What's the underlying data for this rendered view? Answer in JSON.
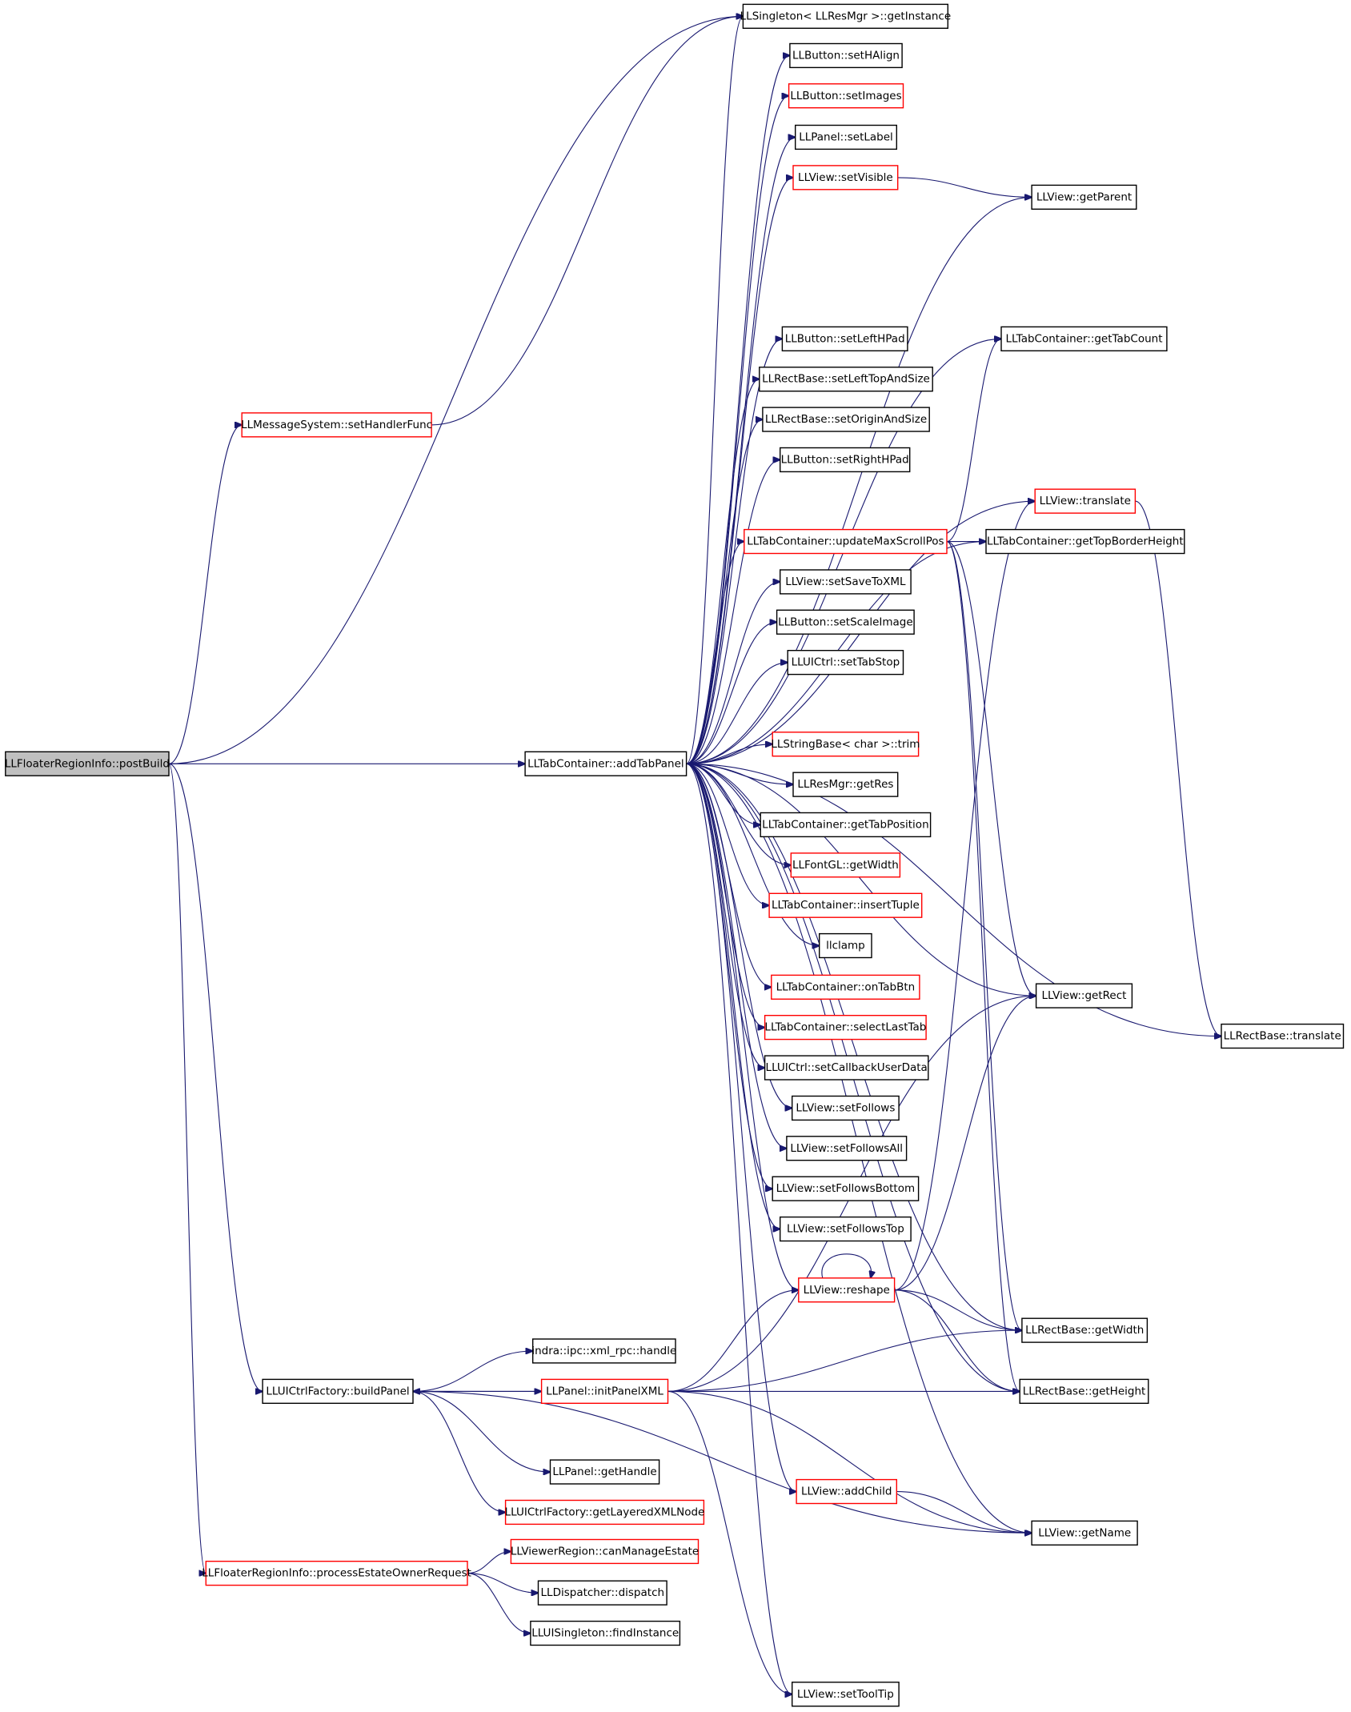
{
  "nodes": {
    "postBuild": {
      "label": "LLFloaterRegionInfo::postBuild",
      "style": "root"
    },
    "setHandlerFunc": {
      "label": "LLMessageSystem::setHandlerFunc",
      "style": "red"
    },
    "getInstance": {
      "label": "LLSingleton< LLResMgr >::getInstance",
      "style": "black"
    },
    "setHAlign": {
      "label": "LLButton::setHAlign",
      "style": "black"
    },
    "setImages": {
      "label": "LLButton::setImages",
      "style": "red"
    },
    "setLabel": {
      "label": "LLPanel::setLabel",
      "style": "black"
    },
    "setVisible": {
      "label": "LLView::setVisible",
      "style": "red"
    },
    "getParent": {
      "label": "LLView::getParent",
      "style": "black"
    },
    "getTabCount": {
      "label": "LLTabContainer::getTabCount",
      "style": "black"
    },
    "setLeftHPad": {
      "label": "LLButton::setLeftHPad",
      "style": "black"
    },
    "setLeftTopAndSize": {
      "label": "LLRectBase::setLeftTopAndSize",
      "style": "black"
    },
    "setOriginAndSize": {
      "label": "LLRectBase::setOriginAndSize",
      "style": "black"
    },
    "setRightHPad": {
      "label": "LLButton::setRightHPad",
      "style": "black"
    },
    "viewTranslate": {
      "label": "LLView::translate",
      "style": "red"
    },
    "updateMaxScrollPos": {
      "label": "LLTabContainer::updateMaxScrollPos",
      "style": "red"
    },
    "getTopBorderHeight": {
      "label": "LLTabContainer::getTopBorderHeight",
      "style": "black"
    },
    "setSaveToXML": {
      "label": "LLView::setSaveToXML",
      "style": "black"
    },
    "setScaleImage": {
      "label": "LLButton::setScaleImage",
      "style": "black"
    },
    "setTabStop": {
      "label": "LLUICtrl::setTabStop",
      "style": "black"
    },
    "addTabPanel": {
      "label": "LLTabContainer::addTabPanel",
      "style": "black"
    },
    "trim": {
      "label": "LLStringBase< char >::trim",
      "style": "red"
    },
    "getRes": {
      "label": "LLResMgr::getRes",
      "style": "black"
    },
    "getTabPosition": {
      "label": "LLTabContainer::getTabPosition",
      "style": "black"
    },
    "fontGetWidth": {
      "label": "LLFontGL::getWidth",
      "style": "red"
    },
    "insertTuple": {
      "label": "LLTabContainer::insertTuple",
      "style": "red"
    },
    "llclamp": {
      "label": "llclamp",
      "style": "black"
    },
    "onTabBtn": {
      "label": "LLTabContainer::onTabBtn",
      "style": "red"
    },
    "selectLastTab": {
      "label": "LLTabContainer::selectLastTab",
      "style": "red"
    },
    "getRect": {
      "label": "LLView::getRect",
      "style": "black"
    },
    "rectTranslate": {
      "label": "LLRectBase::translate",
      "style": "black"
    },
    "setCallbackUserData": {
      "label": "LLUICtrl::setCallbackUserData",
      "style": "black"
    },
    "setFollows": {
      "label": "LLView::setFollows",
      "style": "black"
    },
    "setFollowsAll": {
      "label": "LLView::setFollowsAll",
      "style": "black"
    },
    "setFollowsBottom": {
      "label": "LLView::setFollowsBottom",
      "style": "black"
    },
    "setFollowsTop": {
      "label": "LLView::setFollowsTop",
      "style": "black"
    },
    "reshape": {
      "label": "LLView::reshape",
      "style": "red"
    },
    "rectGetWidth": {
      "label": "LLRectBase::getWidth",
      "style": "black"
    },
    "rectGetHeight": {
      "label": "LLRectBase::getHeight",
      "style": "black"
    },
    "handle": {
      "label": "indra::ipc::xml_rpc::handle",
      "style": "black"
    },
    "buildPanel": {
      "label": "LLUICtrlFactory::buildPanel",
      "style": "black"
    },
    "initPanelXML": {
      "label": "LLPanel::initPanelXML",
      "style": "red"
    },
    "getHandle": {
      "label": "LLPanel::getHandle",
      "style": "black"
    },
    "getLayeredXMLNode": {
      "label": "LLUICtrlFactory::getLayeredXMLNode",
      "style": "red"
    },
    "addChild": {
      "label": "LLView::addChild",
      "style": "red"
    },
    "getName": {
      "label": "LLView::getName",
      "style": "black"
    },
    "canManageEstate": {
      "label": "LLViewerRegion::canManageEstate",
      "style": "red"
    },
    "processEstateOwnerRequest": {
      "label": "LLFloaterRegionInfo::processEstateOwnerRequest",
      "style": "red"
    },
    "dispatch": {
      "label": "LLDispatcher::dispatch",
      "style": "black"
    },
    "findInstance": {
      "label": "LLUISingleton::findInstance",
      "style": "black"
    },
    "setToolTip": {
      "label": "LLView::setToolTip",
      "style": "black"
    }
  },
  "edges": [
    [
      "postBuild",
      "setHandlerFunc"
    ],
    [
      "postBuild",
      "getInstance"
    ],
    [
      "postBuild",
      "addTabPanel"
    ],
    [
      "postBuild",
      "buildPanel"
    ],
    [
      "postBuild",
      "processEstateOwnerRequest"
    ],
    [
      "setHandlerFunc",
      "getInstance"
    ],
    [
      "addTabPanel",
      "getInstance"
    ],
    [
      "addTabPanel",
      "setHAlign"
    ],
    [
      "addTabPanel",
      "setImages"
    ],
    [
      "addTabPanel",
      "setLabel"
    ],
    [
      "addTabPanel",
      "setVisible"
    ],
    [
      "addTabPanel",
      "getParent"
    ],
    [
      "addTabPanel",
      "getTabCount"
    ],
    [
      "addTabPanel",
      "setLeftHPad"
    ],
    [
      "addTabPanel",
      "setLeftTopAndSize"
    ],
    [
      "addTabPanel",
      "setOriginAndSize"
    ],
    [
      "addTabPanel",
      "setRightHPad"
    ],
    [
      "addTabPanel",
      "viewTranslate"
    ],
    [
      "addTabPanel",
      "updateMaxScrollPos"
    ],
    [
      "addTabPanel",
      "getTopBorderHeight"
    ],
    [
      "addTabPanel",
      "setSaveToXML"
    ],
    [
      "addTabPanel",
      "setScaleImage"
    ],
    [
      "addTabPanel",
      "setTabStop"
    ],
    [
      "addTabPanel",
      "trim"
    ],
    [
      "addTabPanel",
      "getRes"
    ],
    [
      "addTabPanel",
      "getTabPosition"
    ],
    [
      "addTabPanel",
      "fontGetWidth"
    ],
    [
      "addTabPanel",
      "insertTuple"
    ],
    [
      "addTabPanel",
      "llclamp"
    ],
    [
      "addTabPanel",
      "onTabBtn"
    ],
    [
      "addTabPanel",
      "selectLastTab"
    ],
    [
      "addTabPanel",
      "getRect"
    ],
    [
      "addTabPanel",
      "setCallbackUserData"
    ],
    [
      "addTabPanel",
      "setFollows"
    ],
    [
      "addTabPanel",
      "setFollowsAll"
    ],
    [
      "addTabPanel",
      "setFollowsBottom"
    ],
    [
      "addTabPanel",
      "setFollowsTop"
    ],
    [
      "addTabPanel",
      "reshape"
    ],
    [
      "addTabPanel",
      "rectGetWidth"
    ],
    [
      "addTabPanel",
      "rectGetHeight"
    ],
    [
      "addTabPanel",
      "addChild"
    ],
    [
      "addTabPanel",
      "getName"
    ],
    [
      "addTabPanel",
      "rectTranslate"
    ],
    [
      "addTabPanel",
      "setToolTip"
    ],
    [
      "setVisible",
      "getParent"
    ],
    [
      "updateMaxScrollPos",
      "getTabCount"
    ],
    [
      "updateMaxScrollPos",
      "getTopBorderHeight"
    ],
    [
      "updateMaxScrollPos",
      "getRect"
    ],
    [
      "updateMaxScrollPos",
      "rectGetWidth"
    ],
    [
      "updateMaxScrollPos",
      "rectGetHeight"
    ],
    [
      "viewTranslate",
      "rectTranslate"
    ],
    [
      "reshape",
      "reshape"
    ],
    [
      "reshape",
      "viewTranslate"
    ],
    [
      "reshape",
      "getRect"
    ],
    [
      "reshape",
      "rectGetWidth"
    ],
    [
      "reshape",
      "rectGetHeight"
    ],
    [
      "buildPanel",
      "handle"
    ],
    [
      "buildPanel",
      "initPanelXML"
    ],
    [
      "buildPanel",
      "getHandle"
    ],
    [
      "buildPanel",
      "getLayeredXMLNode"
    ],
    [
      "buildPanel",
      "getName"
    ],
    [
      "initPanelXML",
      "buildPanel"
    ],
    [
      "initPanelXML",
      "reshape"
    ],
    [
      "initPanelXML",
      "getRect"
    ],
    [
      "initPanelXML",
      "rectGetWidth"
    ],
    [
      "initPanelXML",
      "rectGetHeight"
    ],
    [
      "initPanelXML",
      "getName"
    ],
    [
      "initPanelXML",
      "setToolTip"
    ],
    [
      "addChild",
      "getName"
    ],
    [
      "processEstateOwnerRequest",
      "canManageEstate"
    ],
    [
      "processEstateOwnerRequest",
      "dispatch"
    ],
    [
      "processEstateOwnerRequest",
      "findInstance"
    ]
  ]
}
